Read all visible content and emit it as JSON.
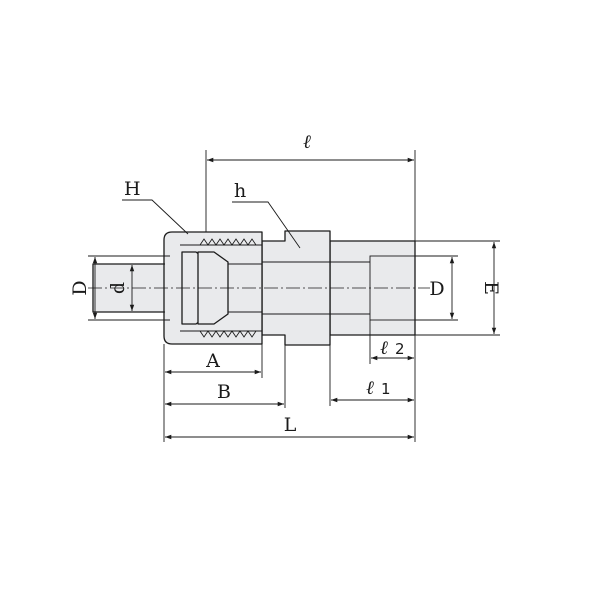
{
  "labels": {
    "H": "H",
    "h": "h",
    "l": "ℓ",
    "D_left": "D",
    "d": "d",
    "D_right": "D",
    "E": "E",
    "A": "A",
    "B": "B",
    "L": "L",
    "l1_symbol": "ℓ",
    "l1_index": "1",
    "l2_symbol": "ℓ",
    "l2_index": "2"
  }
}
